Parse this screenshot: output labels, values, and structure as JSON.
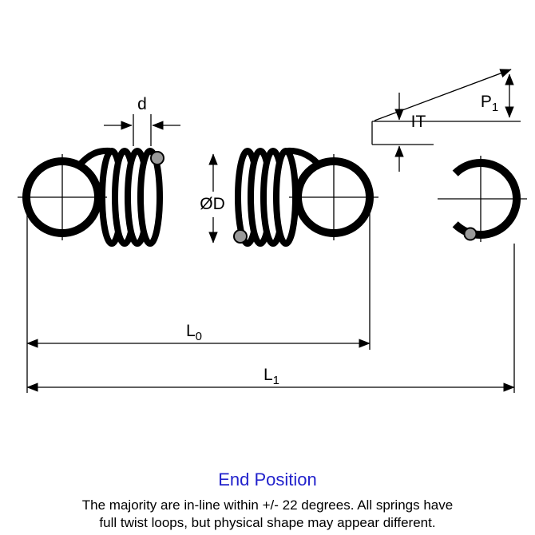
{
  "diagram": {
    "labels": {
      "wire_diameter": "d",
      "initial_tension": "IT",
      "load_main": "P",
      "load_sub": "1",
      "outer_diameter": "ØD",
      "free_length_main": "L",
      "free_length_sub": "0",
      "extended_length_main": "L",
      "extended_length_sub": "1"
    },
    "colors": {
      "line": "#000000",
      "end_position_blue": "#2222cc"
    },
    "end_position_label": "End Position",
    "caption": {
      "line1": "The majority are in-line within +/- 22 degrees. All springs have",
      "line2": "full twist loops, but physical shape may appear different."
    }
  }
}
